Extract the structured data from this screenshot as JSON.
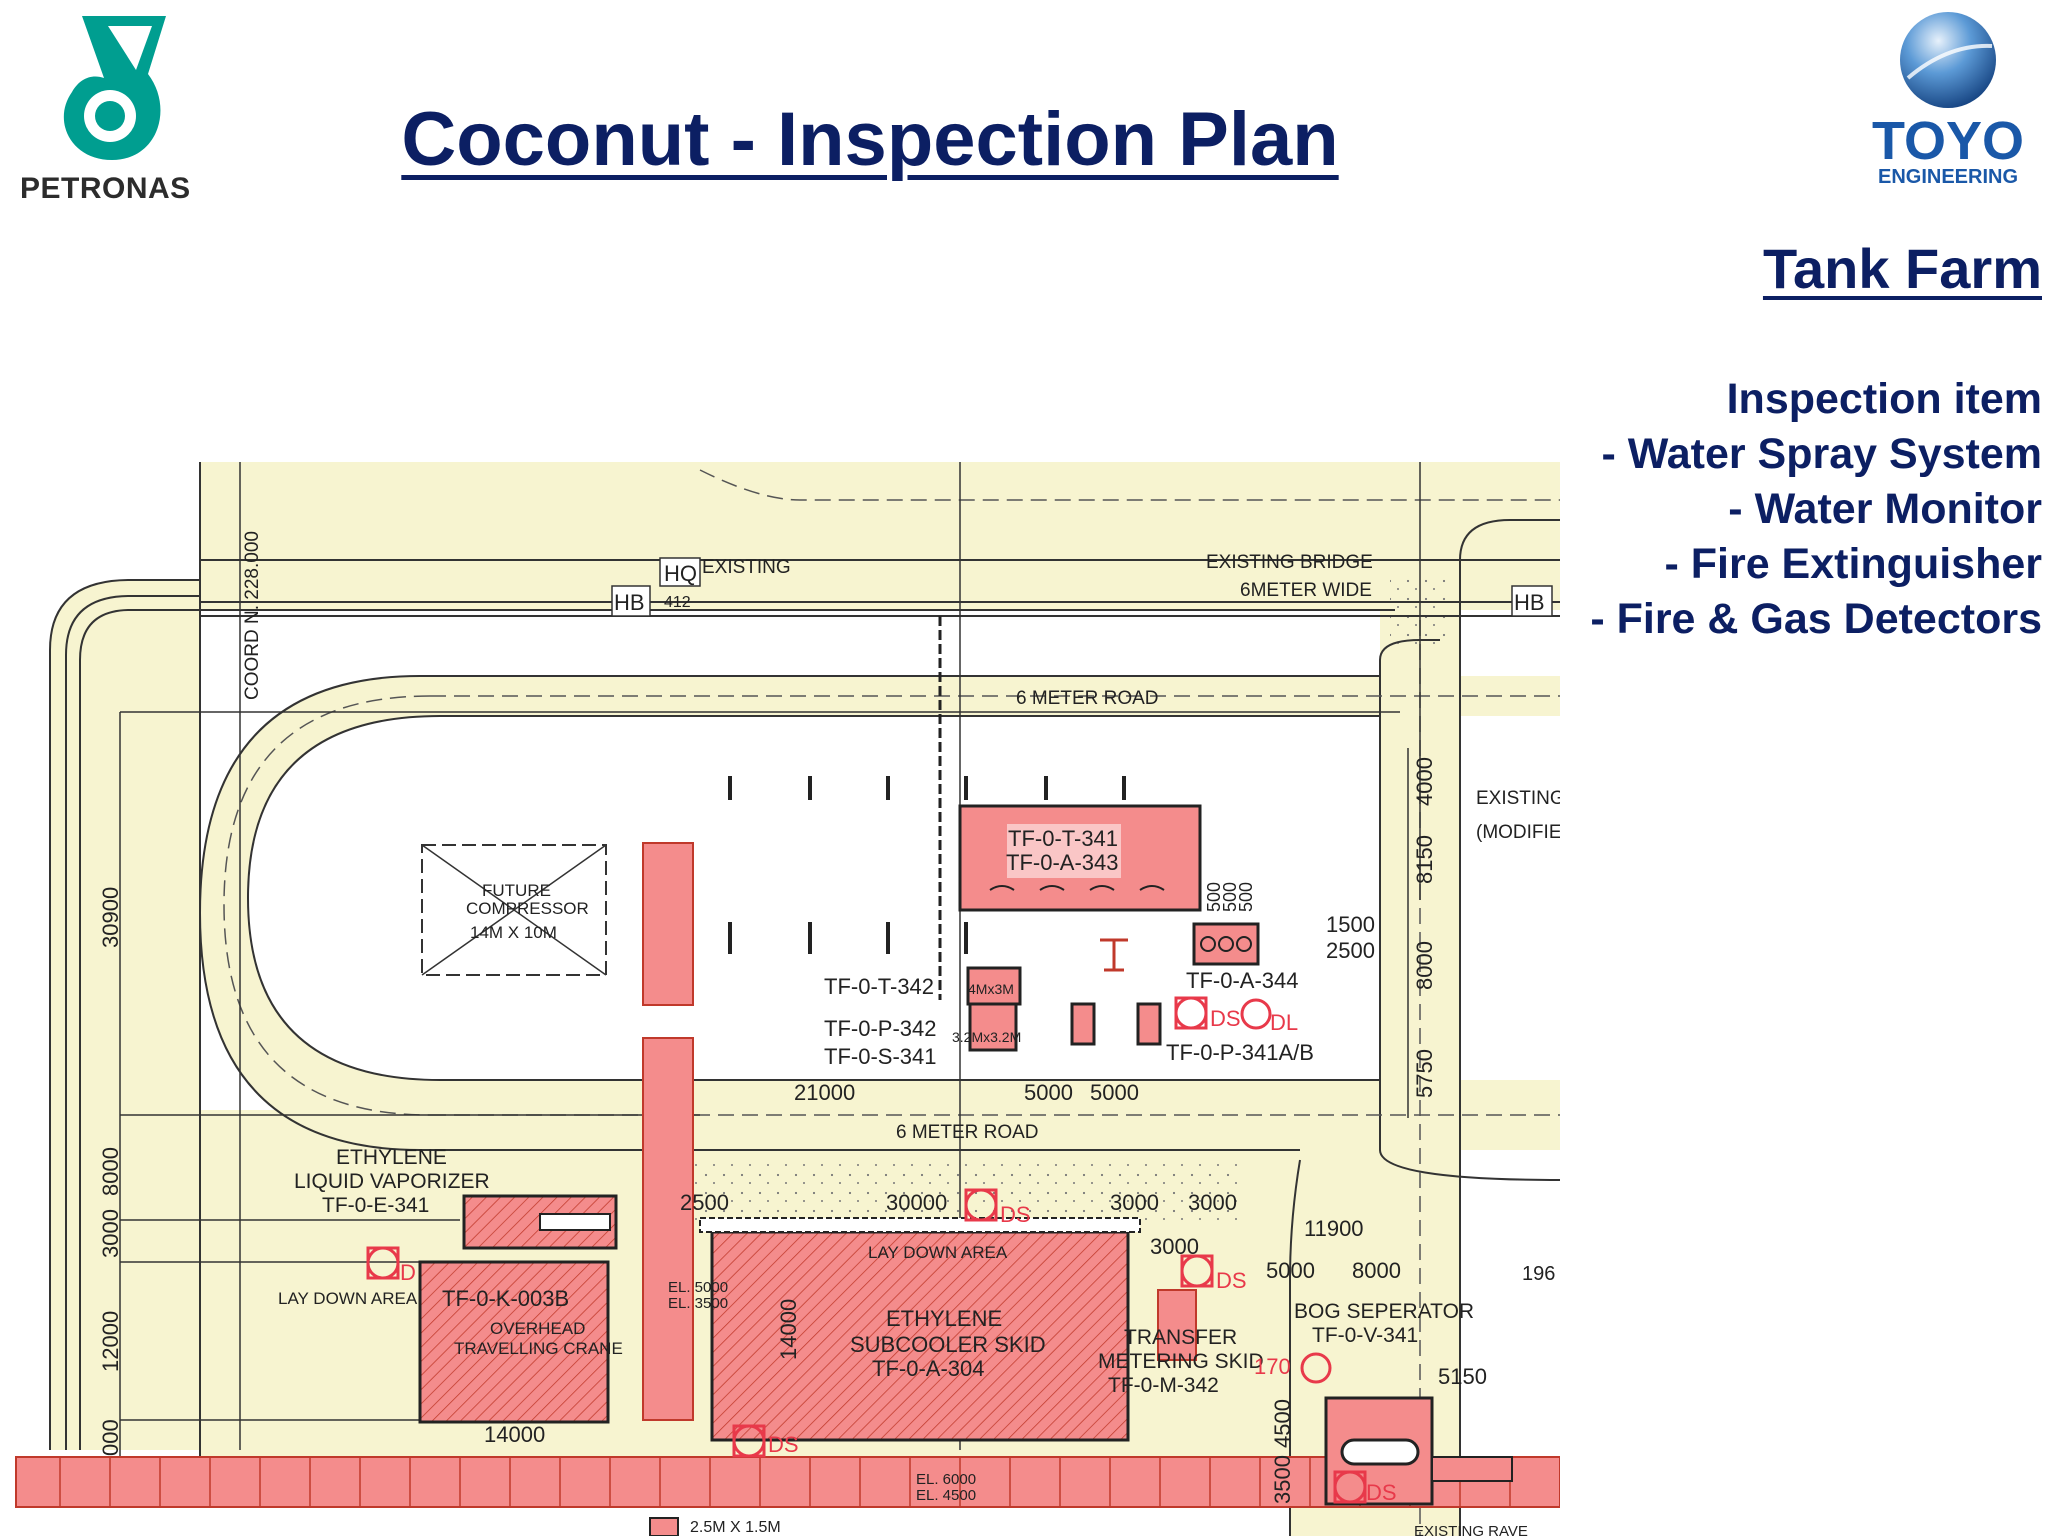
{
  "header": {
    "title": "Coconut - Inspection Plan",
    "left_logo": {
      "name": "PETRONAS",
      "color": "#009e90"
    },
    "right_logo": {
      "name": "TOYO",
      "sub": "ENGINEERING",
      "color": "#1a58a8"
    }
  },
  "sidebar": {
    "section_title": "Tank Farm",
    "items": [
      "Inspection item",
      "- Water Spray System",
      "- Water Monitor",
      "- Fire Extinguisher",
      "- Fire & Gas Detectors"
    ]
  },
  "colors": {
    "title": "#0c1f63",
    "road": "#f7f4d0",
    "equipment": "#f48c8c",
    "equipment_stroke": "#c0392b",
    "detector": "#e8394a"
  },
  "drawing": {
    "labels": {
      "coord": "COORD N. 228.000",
      "existing": "EXISTING",
      "hq": "HQ",
      "hb": "HB",
      "num_412": "412",
      "bridge": "EXISTING BRIDGE",
      "bridge_width": "6METER WIDE",
      "road_top": "6 METER ROAD",
      "road_mid": "6 METER ROAD",
      "existing_right": "EXISTING",
      "modified": "(MODIFIEI",
      "future1": "FUTURE",
      "future2": "COMPRESSOR",
      "future3": "14M X 10M",
      "tank_t341": "TF-0-T-341",
      "tank_a343": "TF-0-A-343",
      "a344": "TF-0-A-344",
      "t342": "TF-0-T-342",
      "p342": "TF-0-P-342",
      "s341": "TF-0-S-341",
      "p341ab": "TF-0-P-341A/B",
      "size_4x3": "4Mx3M",
      "size_32": "3.2Mx3.2M",
      "eth_liq1": "ETHYLENE",
      "eth_liq2": "LIQUID VAPORIZER",
      "eth_liq3": "TF-0-E-341",
      "laydown": "LAY DOWN AREA",
      "laydown2": "LAY DOWN AREA",
      "k003b": "TF-0-K-003B",
      "crane1": "OVERHEAD",
      "crane2": "TRAVELLING CRANE",
      "eth_sub1": "ETHYLENE",
      "eth_sub2": "SUBCOOLER SKID",
      "eth_sub3": "TF-0-A-304",
      "transfer1": "TRANSFER",
      "transfer2": "METERING SKID",
      "transfer3": "TF-0-M-342",
      "bog1": "BOG SEPERATOR",
      "bog2": "TF-0-V-341",
      "el_top1": "EL. 5000",
      "el_top2": "EL. 3500",
      "el_bot1": "EL. 6000",
      "el_bot2": "EL. 4500",
      "size_bottom": "2.5M X 1.5M",
      "existing_bottom": "EXISTING RAVE",
      "ds": "DS",
      "dl": "DL",
      "d": "D",
      "n170": "170",
      "n196": "196"
    },
    "dimensions": {
      "d30900": "30900",
      "d8000l": "8000",
      "d3000l": "3000",
      "d12000": "12000",
      "d000": "000",
      "d21000": "21000",
      "d5000a": "5000",
      "d5000b": "5000",
      "d2500": "2500",
      "d30000": "30000",
      "d3000a": "3000",
      "d3000b": "3000",
      "d3000c": "3000",
      "d14000v": "14000",
      "d14000h": "14000",
      "d11900": "11900",
      "d5000c": "5000",
      "d8000c": "8000",
      "d5150": "5150",
      "d4500": "4500",
      "d3500": "3500",
      "d4000": "4000",
      "d8150": "8150",
      "d8000r": "8000",
      "d5750": "5750",
      "d1500": "1500",
      "d2500r": "2500",
      "d500a": "500",
      "d500b": "500",
      "d500c": "500"
    }
  }
}
